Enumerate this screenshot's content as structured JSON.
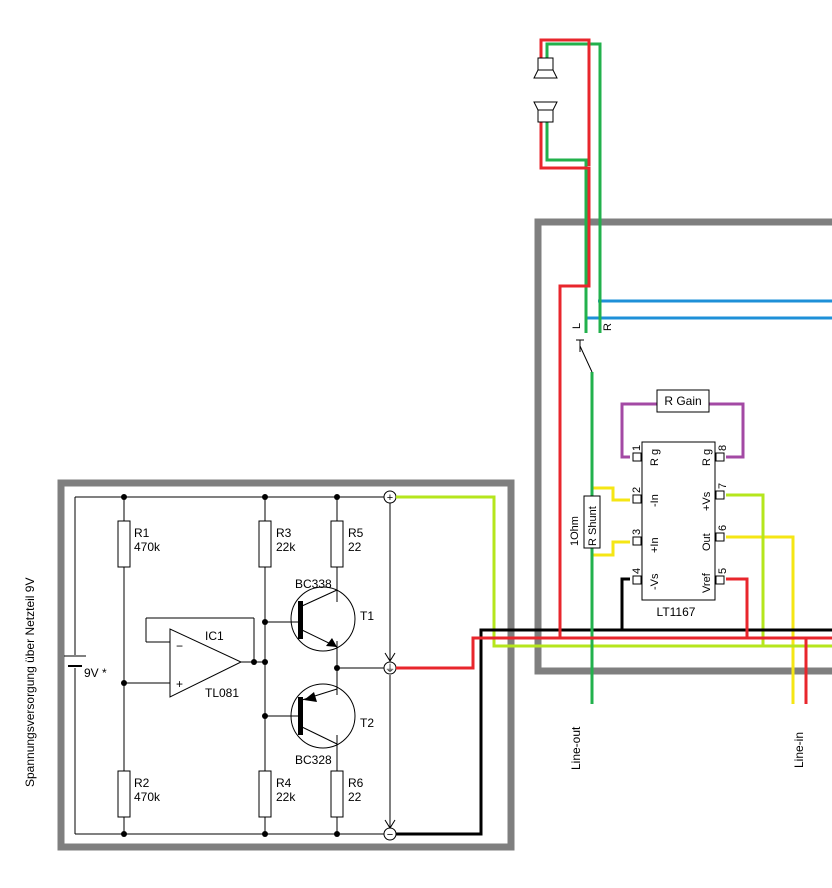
{
  "supply_label": "Spannungsversorgung über Netzteil 9V",
  "battery": {
    "label": "9V *"
  },
  "resistors": {
    "r1": {
      "name": "R1",
      "value": "470k"
    },
    "r2": {
      "name": "R2",
      "value": "470k"
    },
    "r3": {
      "name": "R3",
      "value": "22k"
    },
    "r4": {
      "name": "R4",
      "value": "22k"
    },
    "r5": {
      "name": "R5",
      "value": "22"
    },
    "r6": {
      "name": "R6",
      "value": "22"
    }
  },
  "opamp": {
    "ref": "IC1",
    "part": "TL081",
    "minus": "−",
    "plus": "+"
  },
  "transistors": {
    "t1": {
      "part": "BC338",
      "ref": "T1"
    },
    "t2": {
      "part": "BC328",
      "ref": "T2"
    }
  },
  "rails": {
    "plus": "+",
    "gnd": "⏚",
    "minus": "−"
  },
  "speakers": {
    "left_channel": "L",
    "right_channel": "R"
  },
  "shunt": {
    "value": "1Ohm",
    "name": "R Shunt"
  },
  "gain_resistor": "R Gain",
  "ic": {
    "part": "LT1167",
    "pins": [
      {
        "num": "1",
        "name": "R g"
      },
      {
        "num": "2",
        "name": "-In"
      },
      {
        "num": "3",
        "name": "+In"
      },
      {
        "num": "4",
        "name": "-Vs"
      },
      {
        "num": "8",
        "name": "R g"
      },
      {
        "num": "7",
        "name": "+Vs"
      },
      {
        "num": "6",
        "name": "Out"
      },
      {
        "num": "5",
        "name": "Vref"
      }
    ]
  },
  "connectors": {
    "line_out": "Line-out",
    "line_in": "Line-in"
  },
  "wire_colors": {
    "red": "#e8262c",
    "green": "#22b14c",
    "blue": "#1e90d8",
    "yellow": "#f5e614",
    "lime": "#b5e61d",
    "purple": "#a349a4",
    "black": "#000000",
    "frame": "#7f7f7f"
  }
}
